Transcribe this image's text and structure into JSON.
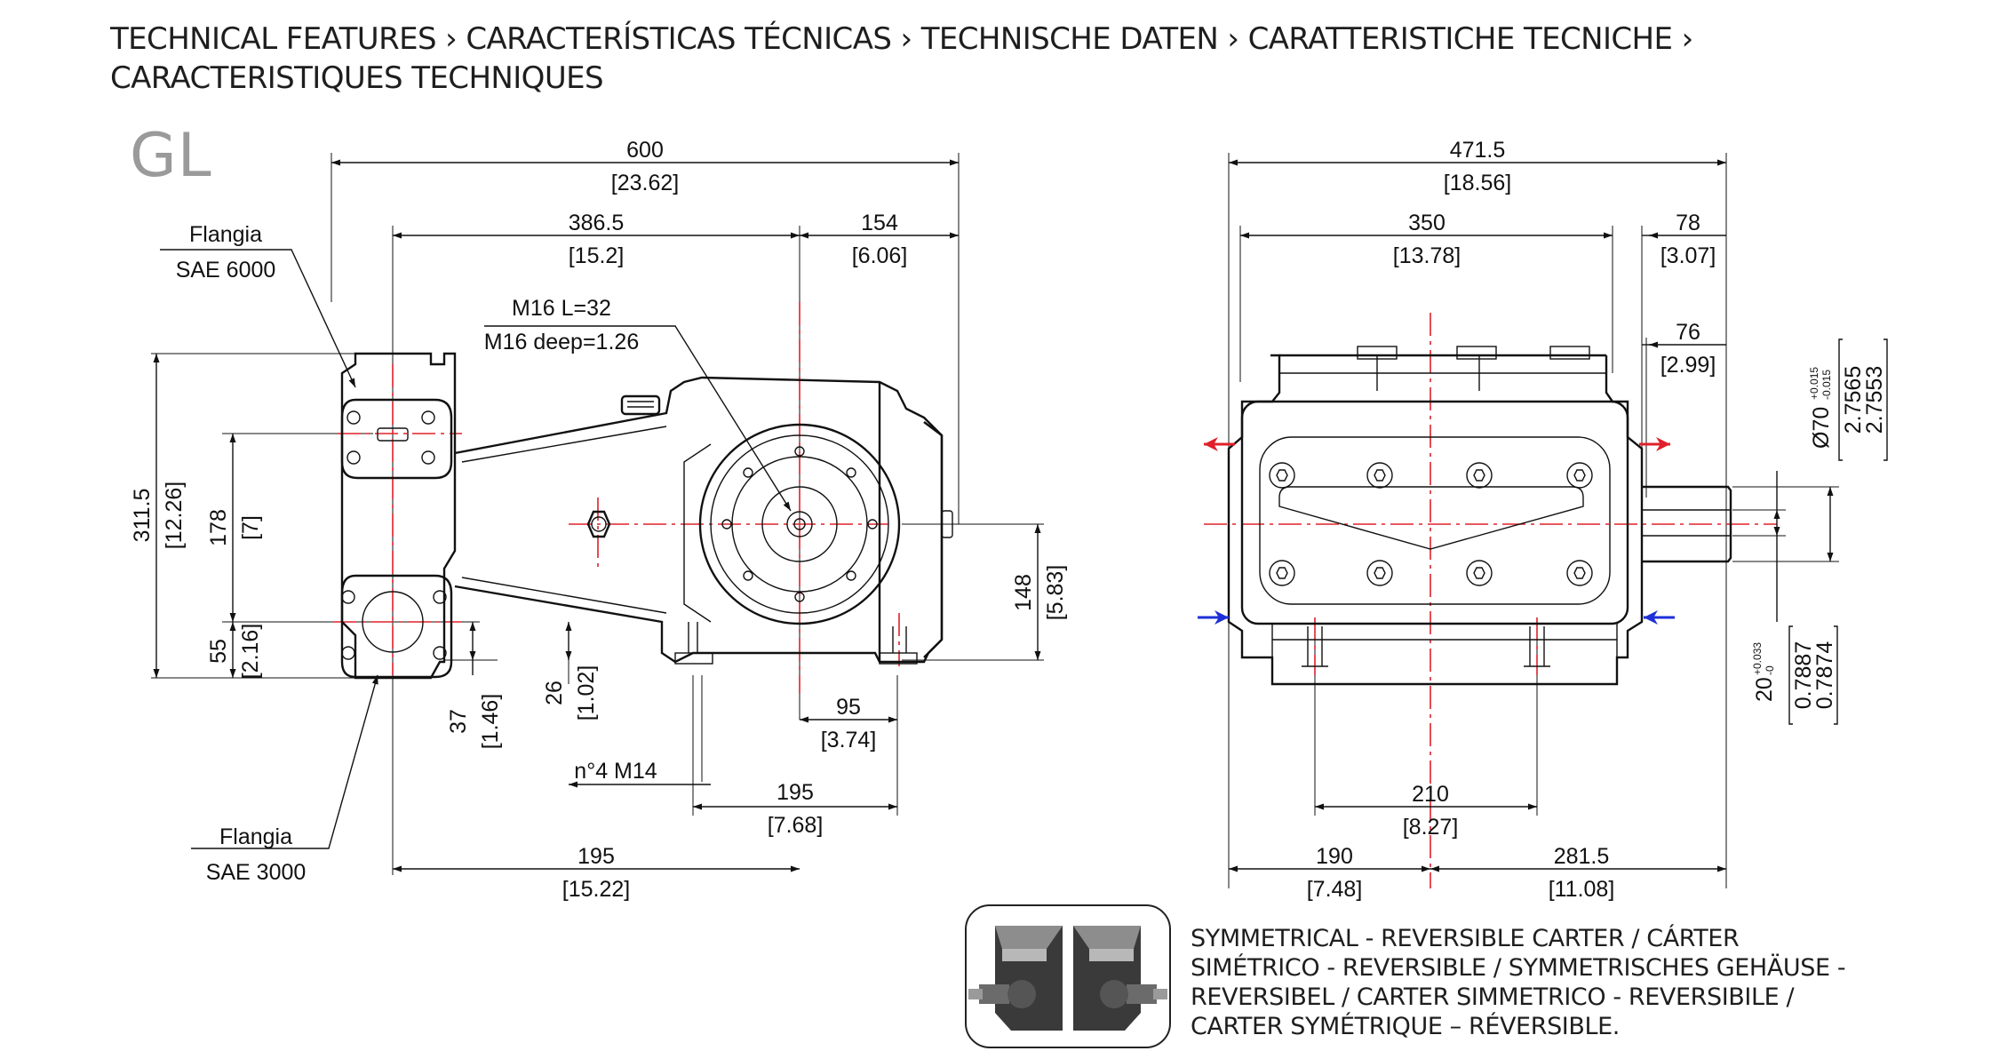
{
  "header": {
    "line1": "TECHNICAL FEATURES › CARACTERÍSTICAS TÉCNICAS › TECHNISCHE DATEN ›  CARATTERISTICHE TECNICHE ›",
    "line2": "CARACTERISTIQUES TECHNIQUES"
  },
  "model": "GL",
  "labels": {
    "flange_top_1": "Flangia",
    "flange_top_2": "SAE 6000",
    "flange_bottom_1": "Flangia",
    "flange_bottom_2": "SAE 3000",
    "thread_1": "M16 L=32",
    "thread_2": "M16 deep=1.26",
    "bolts": "n°4 M14"
  },
  "dims": {
    "d600": "600",
    "d600i": "[23.62]",
    "d3865": "386.5",
    "d3865i": "[15.2]",
    "d154": "154",
    "d154i": "[6.06]",
    "d3115": "311.5",
    "d3115i": "[12.26]",
    "d178": "178",
    "d178i": "[7]",
    "d55": "55",
    "d55i": "[2.16]",
    "d37": "37",
    "d37i": "[1.46]",
    "d26": "26",
    "d26i": "[1.02]",
    "d148": "148",
    "d148i": "[5.83]",
    "d95": "95",
    "d95i": "[3.74]",
    "d195a": "195",
    "d195ai": "[7.68]",
    "d195b": "195",
    "d195bi": "[15.22]",
    "d4715": "471.5",
    "d4715i": "[18.56]",
    "d350": "350",
    "d350i": "[13.78]",
    "d78": "78",
    "d78i": "[3.07]",
    "d76": "76",
    "d76i": "[2.99]",
    "d210": "210",
    "d210i": "[8.27]",
    "d190": "190",
    "d190i": "[7.48]",
    "d2815": "281.5",
    "d2815i": "[11.08]",
    "shaft_dia": "Ø70",
    "shaft_tol_up": "+0.015",
    "shaft_tol_dn": "-0.015",
    "shaft_in1": "2.7565",
    "shaft_in2": "2.7553",
    "key": "20",
    "key_tol_up": "+0.033",
    "key_tol_dn": "-0",
    "key_in1": "0.7887",
    "key_in2": "0.7874"
  },
  "note": {
    "line1": "SYMMETRICAL - REVERSIBLE CARTER / CÁRTER",
    "line2": "SIMÉTRICO - REVERSIBLE / SYMMETRISCHES GEHÄUSE -",
    "line3": "REVERSIBEL / CARTER SIMMETRICO - REVERSIBILE /",
    "line4": "CARTER SYMÉTRIQUE – RÉVERSIBLE."
  },
  "colors": {
    "centerline": "#e0202a",
    "arrow_out": "#e0202a",
    "arrow_in": "#1e2fd8"
  }
}
